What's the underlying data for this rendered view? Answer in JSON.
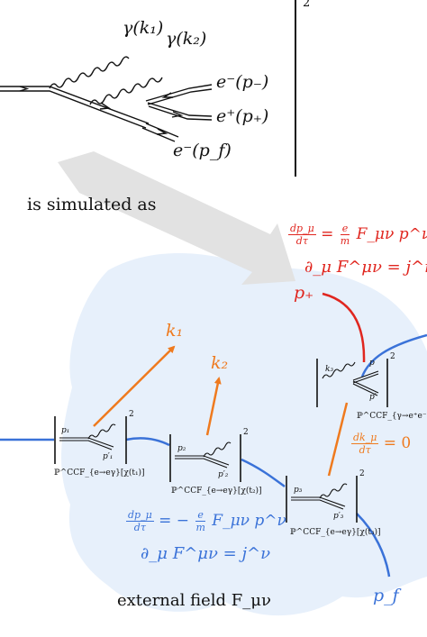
{
  "top_diagram": {
    "photon1": "γ(k₁)",
    "photon2": "γ(k₂)",
    "electron_minus": "e⁻(p₋)",
    "positron_plus": "e⁺(p₊)",
    "electron_final": "e⁻(p_f)",
    "corner_index": "2"
  },
  "caption_simulated": "is simulated as",
  "red_equations": {
    "eq1_lhs_num": "dp_μ",
    "eq1_lhs_den": "dτ",
    "eq1_eq": "=",
    "eq1_rhs_num": "e",
    "eq1_rhs_den": "m",
    "eq1_rhs_rest": "F_μν p^ν",
    "eq2": "∂_μ F^μν = j^ν"
  },
  "blue_equations": {
    "eq1_lhs_num": "dp_μ",
    "eq1_lhs_den": "dτ",
    "eq1_eq": "= −",
    "eq1_rhs_num": "e",
    "eq1_rhs_den": "m",
    "eq1_rhs_rest": "F_μν p^ν",
    "eq2": "∂_μ F^μν = j^ν"
  },
  "orange_equation": {
    "num": "dk_μ",
    "den": "dτ",
    "rhs": "= 0"
  },
  "labels": {
    "k1": "k₁",
    "k2": "k₂",
    "p_plus": "p₊",
    "p_f": "p_f",
    "external_field": "external field F_μν"
  },
  "vertices": [
    {
      "p_in": "p₁",
      "p_out": "p′₁",
      "power": "2",
      "prob": "ℙ^CCF_{e→eγ}[χ(t₁)]"
    },
    {
      "p_in": "p₂",
      "p_out": "p′₂",
      "power": "2",
      "prob": "ℙ^CCF_{e→eγ}[χ(t₂)]"
    },
    {
      "p_in": "p₃",
      "p_out": "p′₃",
      "power": "2",
      "prob": "ℙ^CCF_{e→eγ}[χ(t₃)]"
    },
    {
      "p_in": "k₃",
      "p_out": "p",
      "p_out2": "p′",
      "power": "2",
      "prob": "ℙ^CCF_{γ→e⁺e⁻}[χ(t"
    }
  ],
  "colors": {
    "blue": "#3a72d8",
    "red": "#e0261f",
    "orange": "#ef7a1e",
    "cloud": "#e3edfa",
    "arrow_gray": "#e0e0e0"
  }
}
